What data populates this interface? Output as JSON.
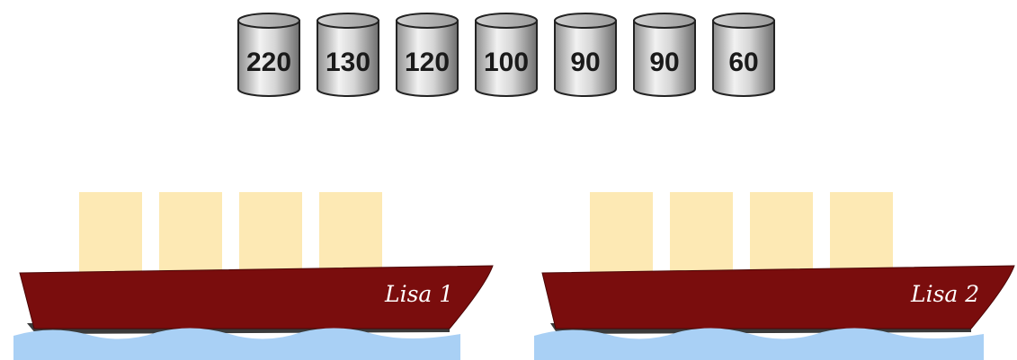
{
  "barrels": [
    {
      "value": "220"
    },
    {
      "value": "130"
    },
    {
      "value": "120"
    },
    {
      "value": "100"
    },
    {
      "value": "90"
    },
    {
      "value": "90"
    },
    {
      "value": "60"
    }
  ],
  "ships": [
    {
      "name": "Lisa 1",
      "slots": 4
    },
    {
      "name": "Lisa 2",
      "slots": 4
    }
  ],
  "colors": {
    "hull": "#7a0d0d",
    "hull_dark": "#3a3a3a",
    "slot": "#fde9b4",
    "water": "#a9d0f5",
    "barrel_edge": "#222222"
  },
  "icons": {
    "barrel": "barrel-icon",
    "ship": "ship-icon",
    "water": "water-icon"
  }
}
